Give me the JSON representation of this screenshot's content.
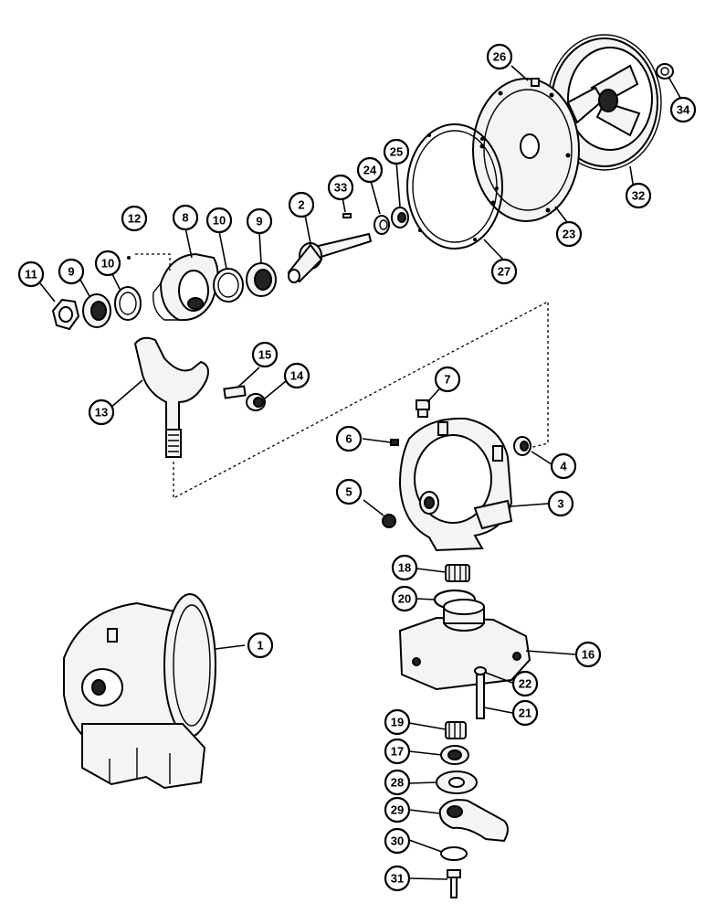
{
  "callouts": [
    {
      "id": "c1",
      "label": "1"
    },
    {
      "id": "c2",
      "label": "2"
    },
    {
      "id": "c3",
      "label": "3"
    },
    {
      "id": "c4",
      "label": "4"
    },
    {
      "id": "c5",
      "label": "5"
    },
    {
      "id": "c6",
      "label": "6"
    },
    {
      "id": "c7",
      "label": "7"
    },
    {
      "id": "c8",
      "label": "8"
    },
    {
      "id": "c9a",
      "label": "9"
    },
    {
      "id": "c9b",
      "label": "9"
    },
    {
      "id": "c10a",
      "label": "10"
    },
    {
      "id": "c10b",
      "label": "10"
    },
    {
      "id": "c11",
      "label": "11"
    },
    {
      "id": "c12",
      "label": "12"
    },
    {
      "id": "c13",
      "label": "13"
    },
    {
      "id": "c14",
      "label": "14"
    },
    {
      "id": "c15",
      "label": "15"
    },
    {
      "id": "c16",
      "label": "16"
    },
    {
      "id": "c17",
      "label": "17"
    },
    {
      "id": "c18",
      "label": "18"
    },
    {
      "id": "c19",
      "label": "19"
    },
    {
      "id": "c20",
      "label": "20"
    },
    {
      "id": "c21",
      "label": "21"
    },
    {
      "id": "c22",
      "label": "22"
    },
    {
      "id": "c23",
      "label": "23"
    },
    {
      "id": "c24",
      "label": "24"
    },
    {
      "id": "c25",
      "label": "25"
    },
    {
      "id": "c26",
      "label": "26"
    },
    {
      "id": "c27",
      "label": "27"
    },
    {
      "id": "c28",
      "label": "28"
    },
    {
      "id": "c29",
      "label": "29"
    },
    {
      "id": "c30",
      "label": "30"
    },
    {
      "id": "c31",
      "label": "31"
    },
    {
      "id": "c32",
      "label": "32"
    },
    {
      "id": "c33",
      "label": "33"
    },
    {
      "id": "c34",
      "label": "34"
    }
  ]
}
